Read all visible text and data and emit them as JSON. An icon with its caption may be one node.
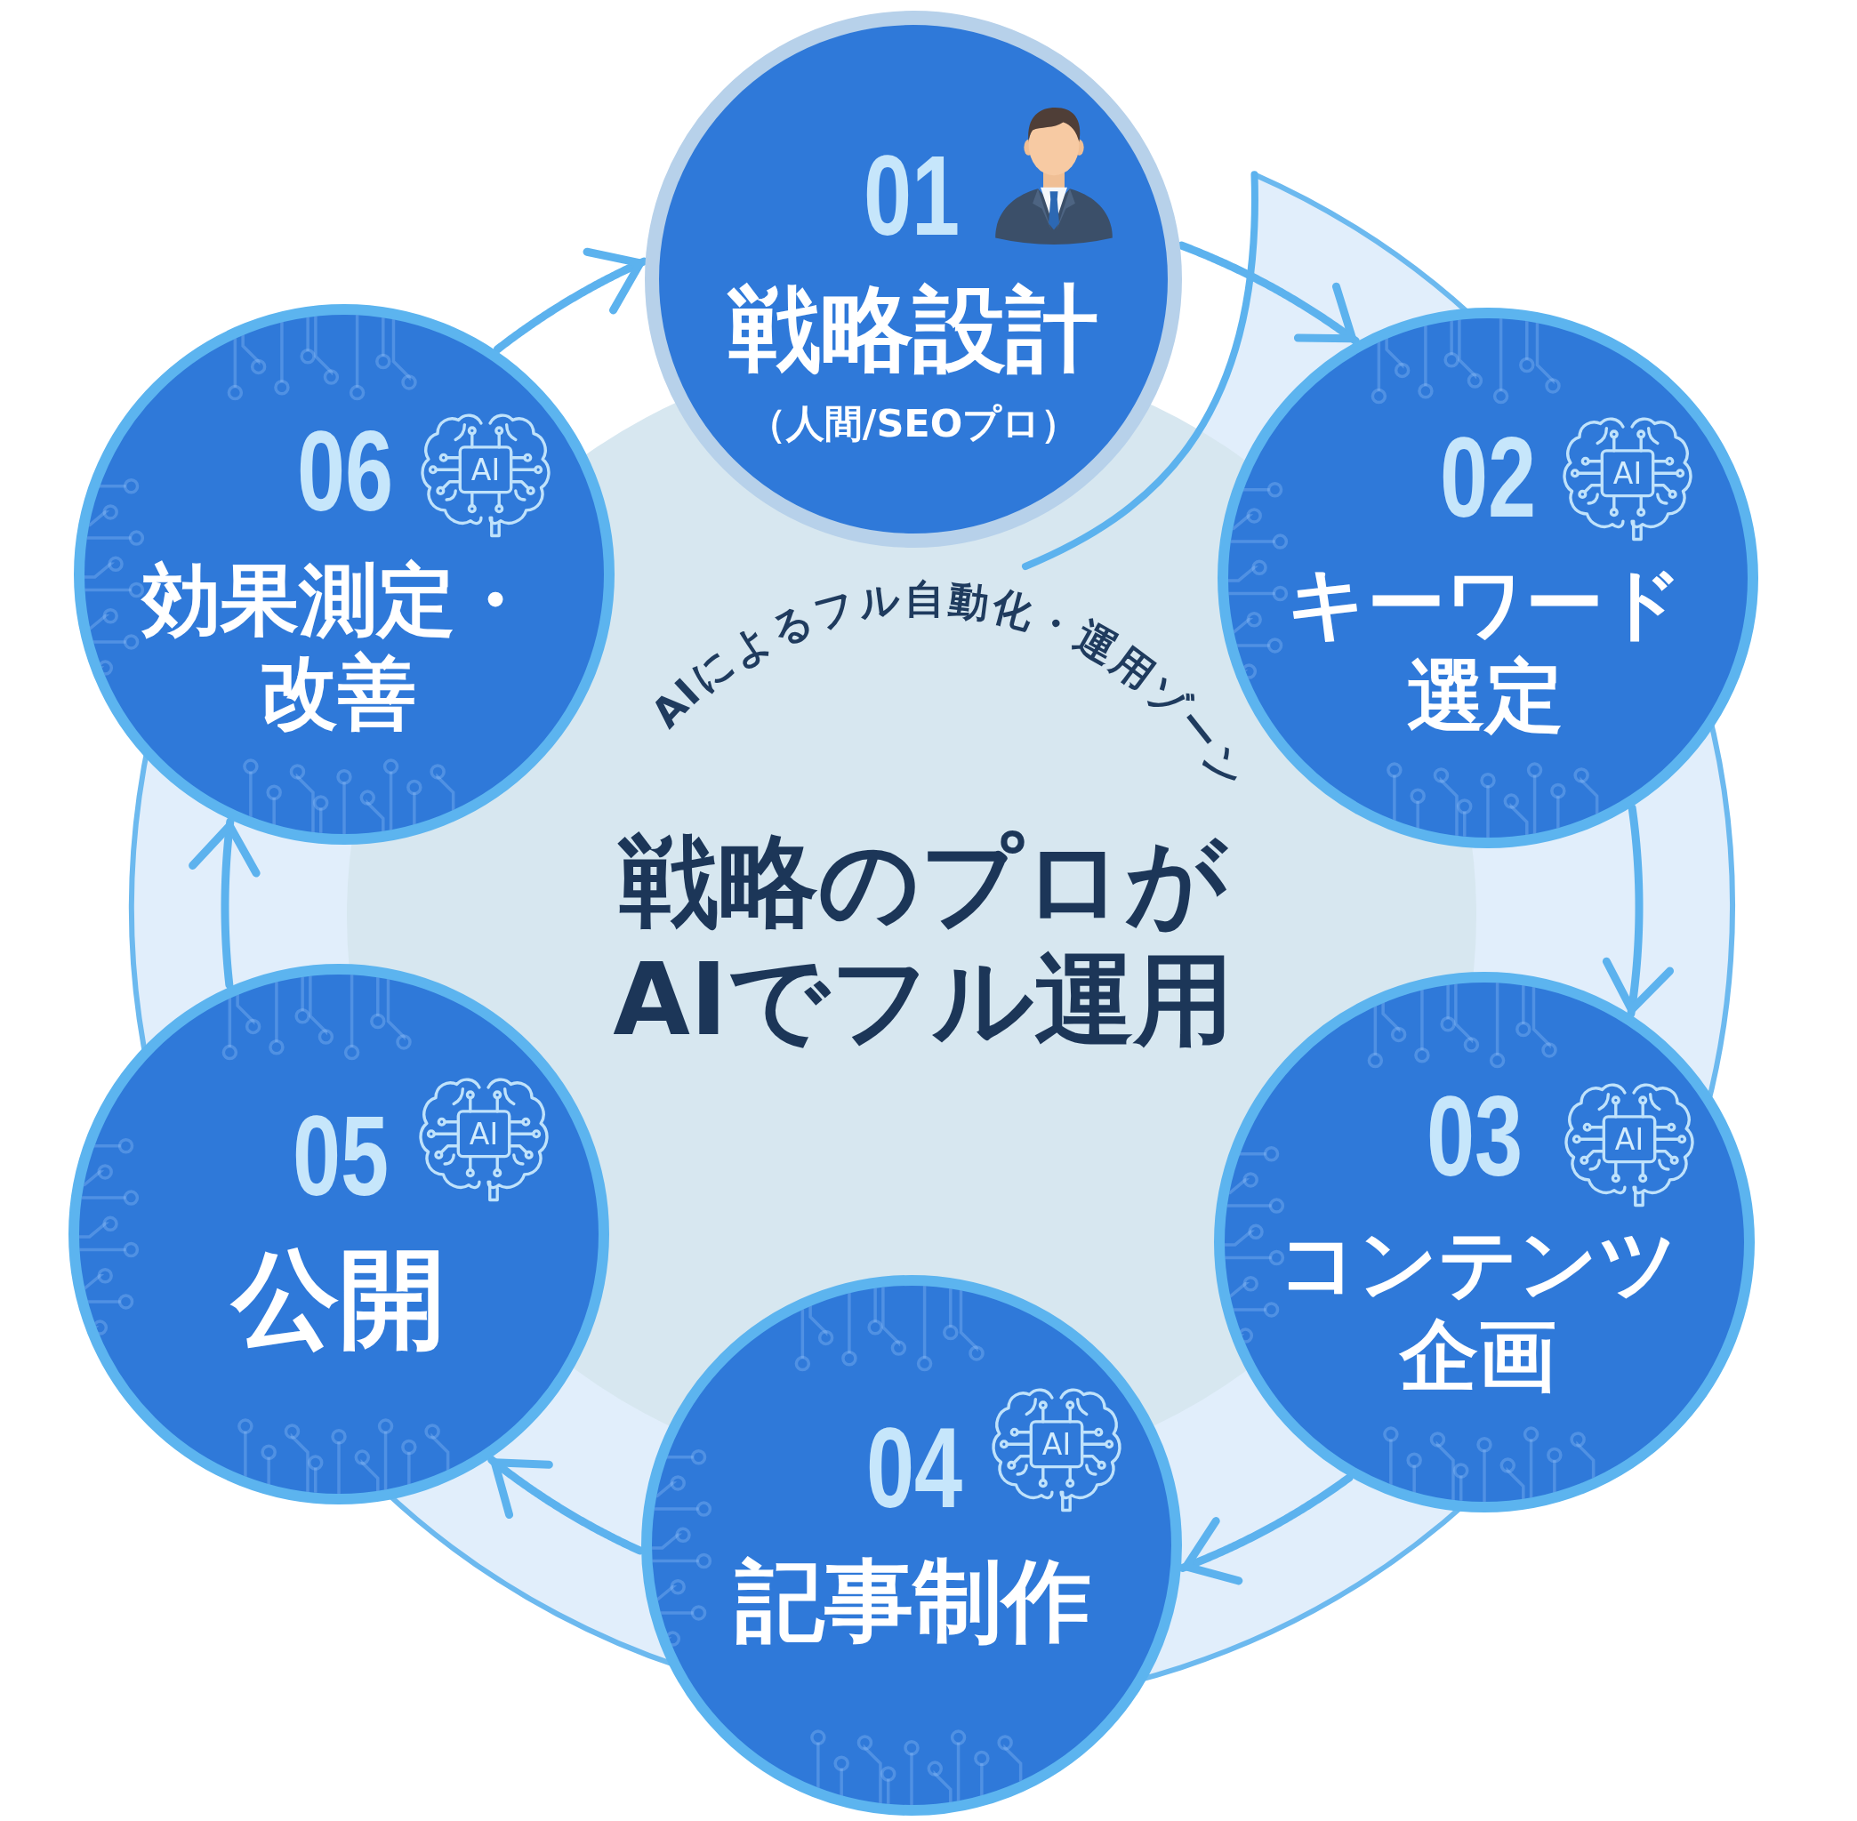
{
  "diagram": {
    "title": "戦略のプロがAIでフル運用",
    "nodes": [
      {
        "text": [
          "01",
          "戦略設計",
          "（人間/SEOプロ）"
        ]
      },
      {
        "text": [
          "02",
          "AI",
          "キーワード選定"
        ]
      },
      {
        "text": [
          "03",
          "AI",
          "コンテンツ企画"
        ]
      },
      {
        "text": [
          "04",
          "AI",
          "記事制作"
        ]
      },
      {
        "text": [
          "05",
          "AI",
          "公開"
        ]
      },
      {
        "text": [
          "06",
          "AI",
          "効果測定・改善"
        ]
      }
    ],
    "edges": [
      {
        "from": 0,
        "to": 1,
        "arrow": "to"
      },
      {
        "from": 1,
        "to": 2,
        "arrow": "to"
      },
      {
        "from": 2,
        "to": 3,
        "arrow": "to"
      },
      {
        "from": 3,
        "to": 4,
        "arrow": "to"
      },
      {
        "from": 4,
        "to": 5,
        "arrow": "to"
      },
      {
        "from": 5,
        "to": 0,
        "arrow": "to"
      }
    ],
    "labels": [
      "AIによるフル自動化・運用ゾーン"
    ]
  }
}
